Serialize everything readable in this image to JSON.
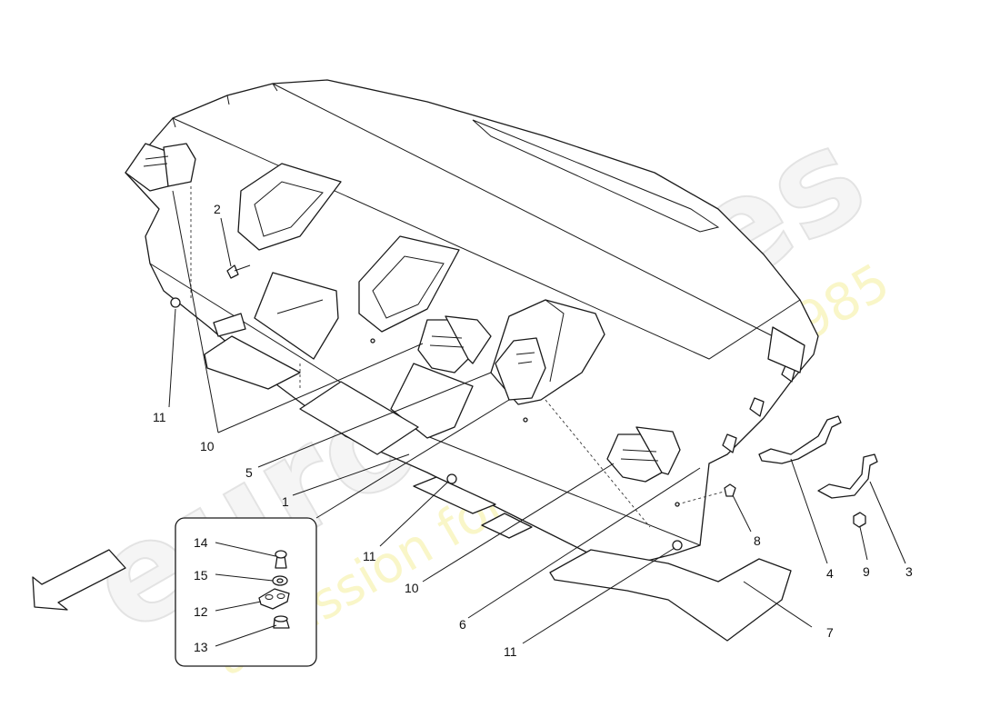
{
  "diagram": {
    "callouts": {
      "c1": "1",
      "c2": "2",
      "c3": "3",
      "c4": "4",
      "c5": "5",
      "c6": "6",
      "c7": "7",
      "c8": "8",
      "c9": "9",
      "c10a": "10",
      "c10b": "10",
      "c11a": "11",
      "c11b": "11",
      "c11c": "11",
      "c12": "12",
      "c13": "13",
      "c14": "14",
      "c15": "15"
    },
    "watermark": {
      "logo": "eurospares",
      "tagline": "a passion for parts since 1985"
    }
  }
}
